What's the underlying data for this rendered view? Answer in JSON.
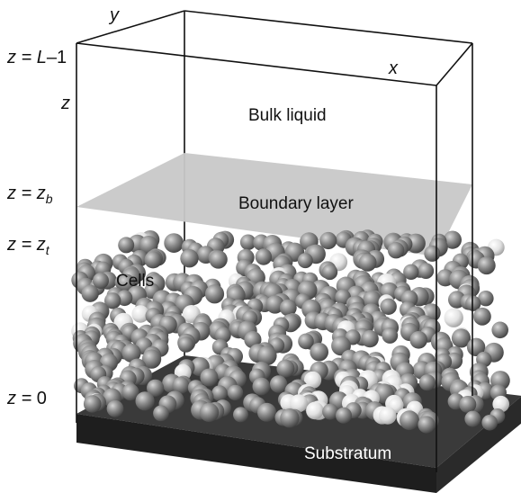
{
  "axes": {
    "x": "x",
    "y": "y",
    "z": "z"
  },
  "levels": {
    "top": {
      "lhs": "z = ",
      "var": "L",
      "suffix": "–1"
    },
    "boundary": {
      "lhs": "z = ",
      "var": "z",
      "sub": "b"
    },
    "biofilm_top": {
      "lhs": "z = ",
      "var": "z",
      "sub": "t"
    },
    "bottom": {
      "lhs": "z = ",
      "value": "0"
    }
  },
  "regions": {
    "bulk": "Bulk liquid",
    "boundary": "Boundary layer",
    "cells": "Cells",
    "substratum": "Substratum"
  },
  "colors": {
    "edge": "#111111",
    "boundary_plane": "#c8c8c8",
    "substratum_top": "#3a3a3a",
    "substratum_front": "#1e1e1e",
    "cell_gray": "#8a8a8a",
    "cell_white": "#efefef"
  },
  "icons": {
    "cells": "sphere-icon"
  }
}
